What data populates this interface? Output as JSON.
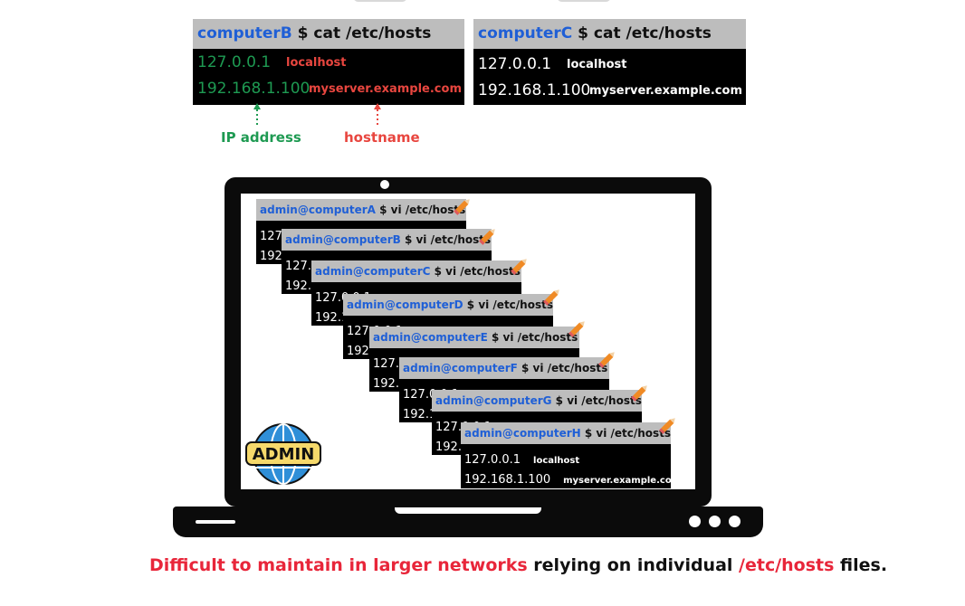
{
  "colors": {
    "host_blue": "#1f5fd6",
    "ip_green": "#1e9a52",
    "hostname_red": "#e8463f",
    "caption_red": "#e8263a",
    "bar_gray": "#bdbdbd"
  },
  "panels": [
    {
      "host": "computerB",
      "cmd": " $ cat /etc/hosts",
      "lines": [
        {
          "ip": "127.0.0.1",
          "hostname": "localhost"
        },
        {
          "ip": "192.168.1.100",
          "hostname": "myserver.example.com"
        }
      ]
    },
    {
      "host": "computerC",
      "cmd": " $ cat /etc/hosts",
      "lines": [
        {
          "ip": "127.0.0.1",
          "hostname": "localhost"
        },
        {
          "ip": "192.168.1.100",
          "hostname": "myserver.example.com"
        }
      ]
    }
  ],
  "annotations": {
    "ip_label": "IP address",
    "hostname_label": "hostname"
  },
  "laptop_terminals": [
    {
      "host": "admin@computerA",
      "cmd": " $ vi /etc/hosts"
    },
    {
      "host": "admin@computerB",
      "cmd": " $ vi /etc/hosts"
    },
    {
      "host": "admin@computerC",
      "cmd": " $ vi /etc/hosts"
    },
    {
      "host": "admin@computerD",
      "cmd": " $ vi /etc/hosts"
    },
    {
      "host": "admin@computerE",
      "cmd": " $ vi /etc/hosts"
    },
    {
      "host": "admin@computerF",
      "cmd": " $ vi /etc/hosts"
    },
    {
      "host": "admin@computerG",
      "cmd": " $ vi /etc/hosts"
    },
    {
      "host": "admin@computerH",
      "cmd": " $ vi /etc/hosts"
    }
  ],
  "laptop_terminal_lines": [
    {
      "ip": "127.0.0.1",
      "hostname": "localhost"
    },
    {
      "ip": "192.168.1.100",
      "hostname": "myserver.example.com"
    }
  ],
  "admin_badge": "ADMIN",
  "caption": {
    "part1": "Difficult to maintain in larger networks",
    "part2": " relying on individual ",
    "part3": "/etc/hosts",
    "part4": " files."
  }
}
